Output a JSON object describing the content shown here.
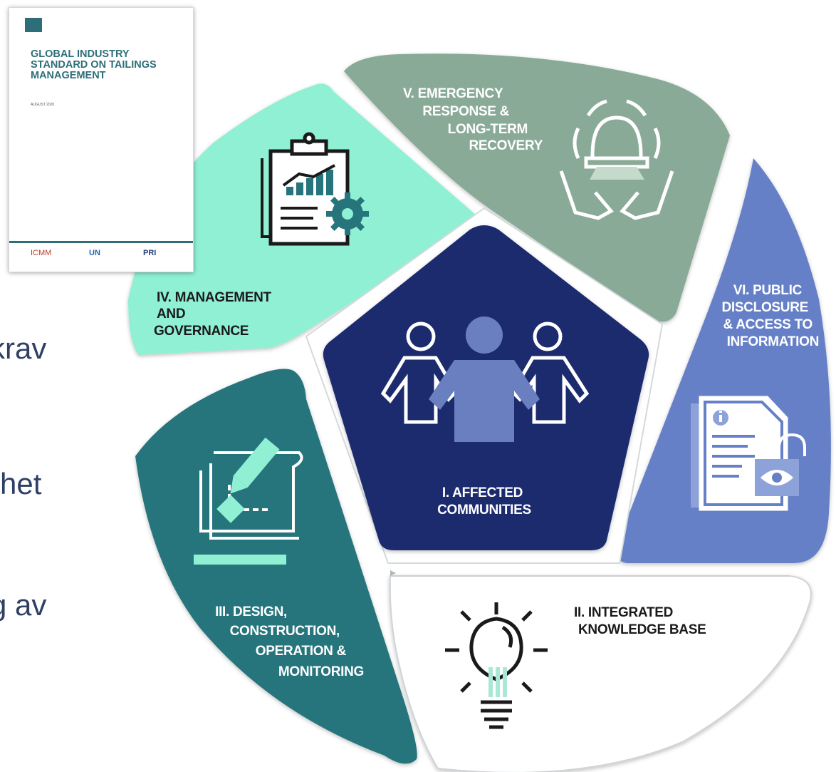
{
  "bullets": [
    "krav",
    "rhet",
    "g av"
  ],
  "cover": {
    "title": "GLOBAL INDUSTRY STANDARD ON TAILINGS MANAGEMENT",
    "date": "AUGUST 2020",
    "partners": [
      "ICMM",
      "UN",
      "PRI"
    ]
  },
  "segments": {
    "center": [
      "I. AFFECTED",
      "COMMUNITIES"
    ],
    "knowledge": [
      "II. INTEGRATED",
      "KNOWLEDGE BASE"
    ],
    "design": [
      "III. DESIGN,",
      "CONSTRUCTION,",
      "OPERATION &",
      "MONITORING"
    ],
    "management": [
      "IV. MANAGEMENT",
      "AND",
      "GOVERNANCE"
    ],
    "emergency": [
      "V. EMERGENCY",
      "RESPONSE &",
      "LONG-TERM",
      "RECOVERY"
    ],
    "disclosure": [
      "VI. PUBLIC",
      "DISCLOSURE",
      "& ACCESS TO",
      "INFORMATION"
    ]
  },
  "colors": {
    "center": "#1d2b6e",
    "knowledge": "#ffffff",
    "design": "#26757d",
    "management": "#8ff0d3",
    "emergency": "#8aaa98",
    "disclosure": "#6680c8",
    "bullet_text": "#2f4066"
  },
  "icons": [
    "people-icon",
    "lightbulb-icon",
    "blueprint-icon",
    "clipboard-chart-icon",
    "alarm-bell-hands-icon",
    "document-eye-lock-icon"
  ]
}
